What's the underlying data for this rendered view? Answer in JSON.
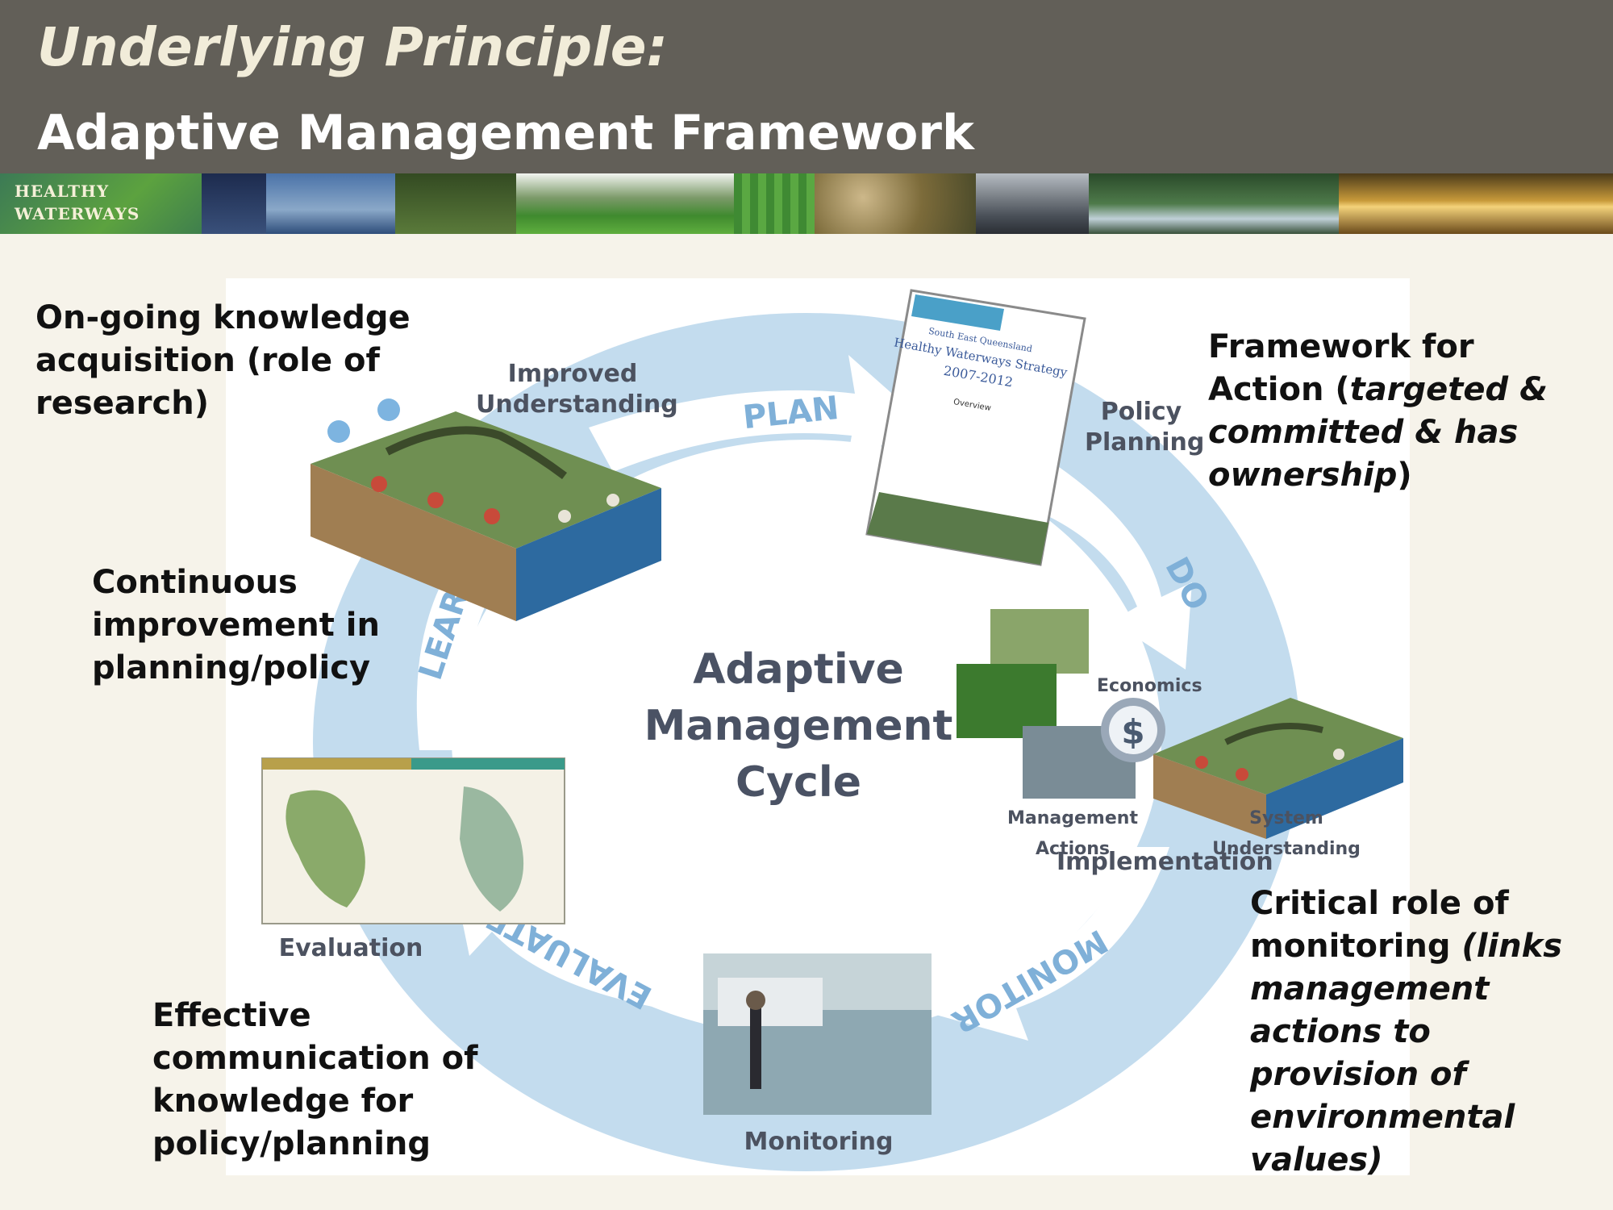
{
  "header": {
    "title": "Underlying Principle:",
    "subtitle": "Adaptive Management Framework"
  },
  "banner": {
    "logo_line1": "HEALTHY",
    "logo_line2": "WATERWAYS"
  },
  "diagram": {
    "center": [
      "Adaptive",
      "Management",
      "Cycle"
    ],
    "arrows": {
      "plan": "PLAN",
      "do": "DO",
      "monitor": "MONITOR",
      "evaluate": "EVALUATE",
      "learn": "LEARN"
    },
    "labels": {
      "improved_understanding": [
        "Improved",
        "Understanding"
      ],
      "policy_planning": [
        "Policy",
        "Planning"
      ],
      "economics": "Economics",
      "management_actions": "Management Actions",
      "system_understanding": "System Understanding",
      "implementation": "Implementation",
      "monitoring": "Monitoring",
      "evaluation": "Evaluation"
    },
    "document": {
      "line1": "South East Queensland",
      "line2": "Healthy Waterways Strategy",
      "line3": "2007-2012",
      "line4": "Overview"
    }
  },
  "notes": {
    "top_left": [
      "On-going knowledge",
      "acquisition (role of",
      "research)"
    ],
    "mid_left": [
      "Continuous",
      "improvement in",
      "planning/policy"
    ],
    "bottom_left": [
      "Effective",
      "communication of",
      "knowledge for",
      "policy/planning"
    ],
    "top_right": {
      "line1": "Framework for",
      "line2_prefix": "Action (",
      "line2_italic": "targeted &",
      "line3": "committed & has",
      "line4_italic": "ownership",
      "line4_suffix": ")"
    },
    "bottom_right": {
      "line1": "Critical role of",
      "line2_prefix": "monitoring ",
      "line2_italic": "(links",
      "italic_lines": [
        "management",
        "actions to",
        "provision of",
        "environmental",
        "values)"
      ]
    }
  },
  "colors": {
    "header_bg": "#625f58",
    "ring": "#c3dcee",
    "arrow_text": "#7fb0d8",
    "label_text": "#4c5260"
  }
}
